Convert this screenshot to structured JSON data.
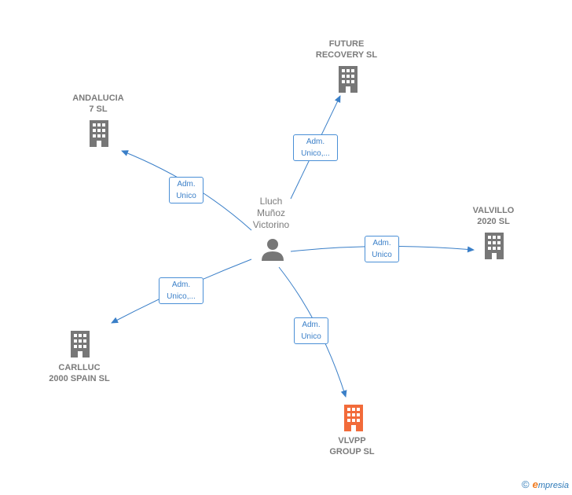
{
  "center": {
    "label": "Lluch\nMuñoz\nVictorino",
    "icon": "person-icon"
  },
  "companies": [
    {
      "id": "future",
      "label": "FUTURE\nRECOVERY  SL",
      "icon": "building-icon",
      "color": "#777777"
    },
    {
      "id": "andalucia",
      "label": "ANDALUCIA\n7  SL",
      "icon": "building-icon",
      "color": "#777777"
    },
    {
      "id": "valvillo",
      "label": "VALVILLO\n2020  SL",
      "icon": "building-icon",
      "color": "#777777"
    },
    {
      "id": "carlluc",
      "label": "CARLLUC\n2000 SPAIN  SL",
      "icon": "building-icon",
      "color": "#777777"
    },
    {
      "id": "vlvpp",
      "label": "VLVPP\nGROUP  SL",
      "icon": "building-icon",
      "color": "#f26b3a"
    }
  ],
  "edges": [
    {
      "to": "future",
      "label": "Adm.\nUnico,..."
    },
    {
      "to": "andalucia",
      "label": "Adm.\nUnico"
    },
    {
      "to": "valvillo",
      "label": "Adm.\nUnico"
    },
    {
      "to": "carlluc",
      "label": "Adm.\nUnico,..."
    },
    {
      "to": "vlvpp",
      "label": "Adm.\nUnico"
    }
  ],
  "colors": {
    "edge": "#3a7fc8",
    "text": "#7b7b7b"
  },
  "footer": {
    "copyright": "©",
    "brand_initial": "e",
    "brand_rest": "mpresia"
  }
}
